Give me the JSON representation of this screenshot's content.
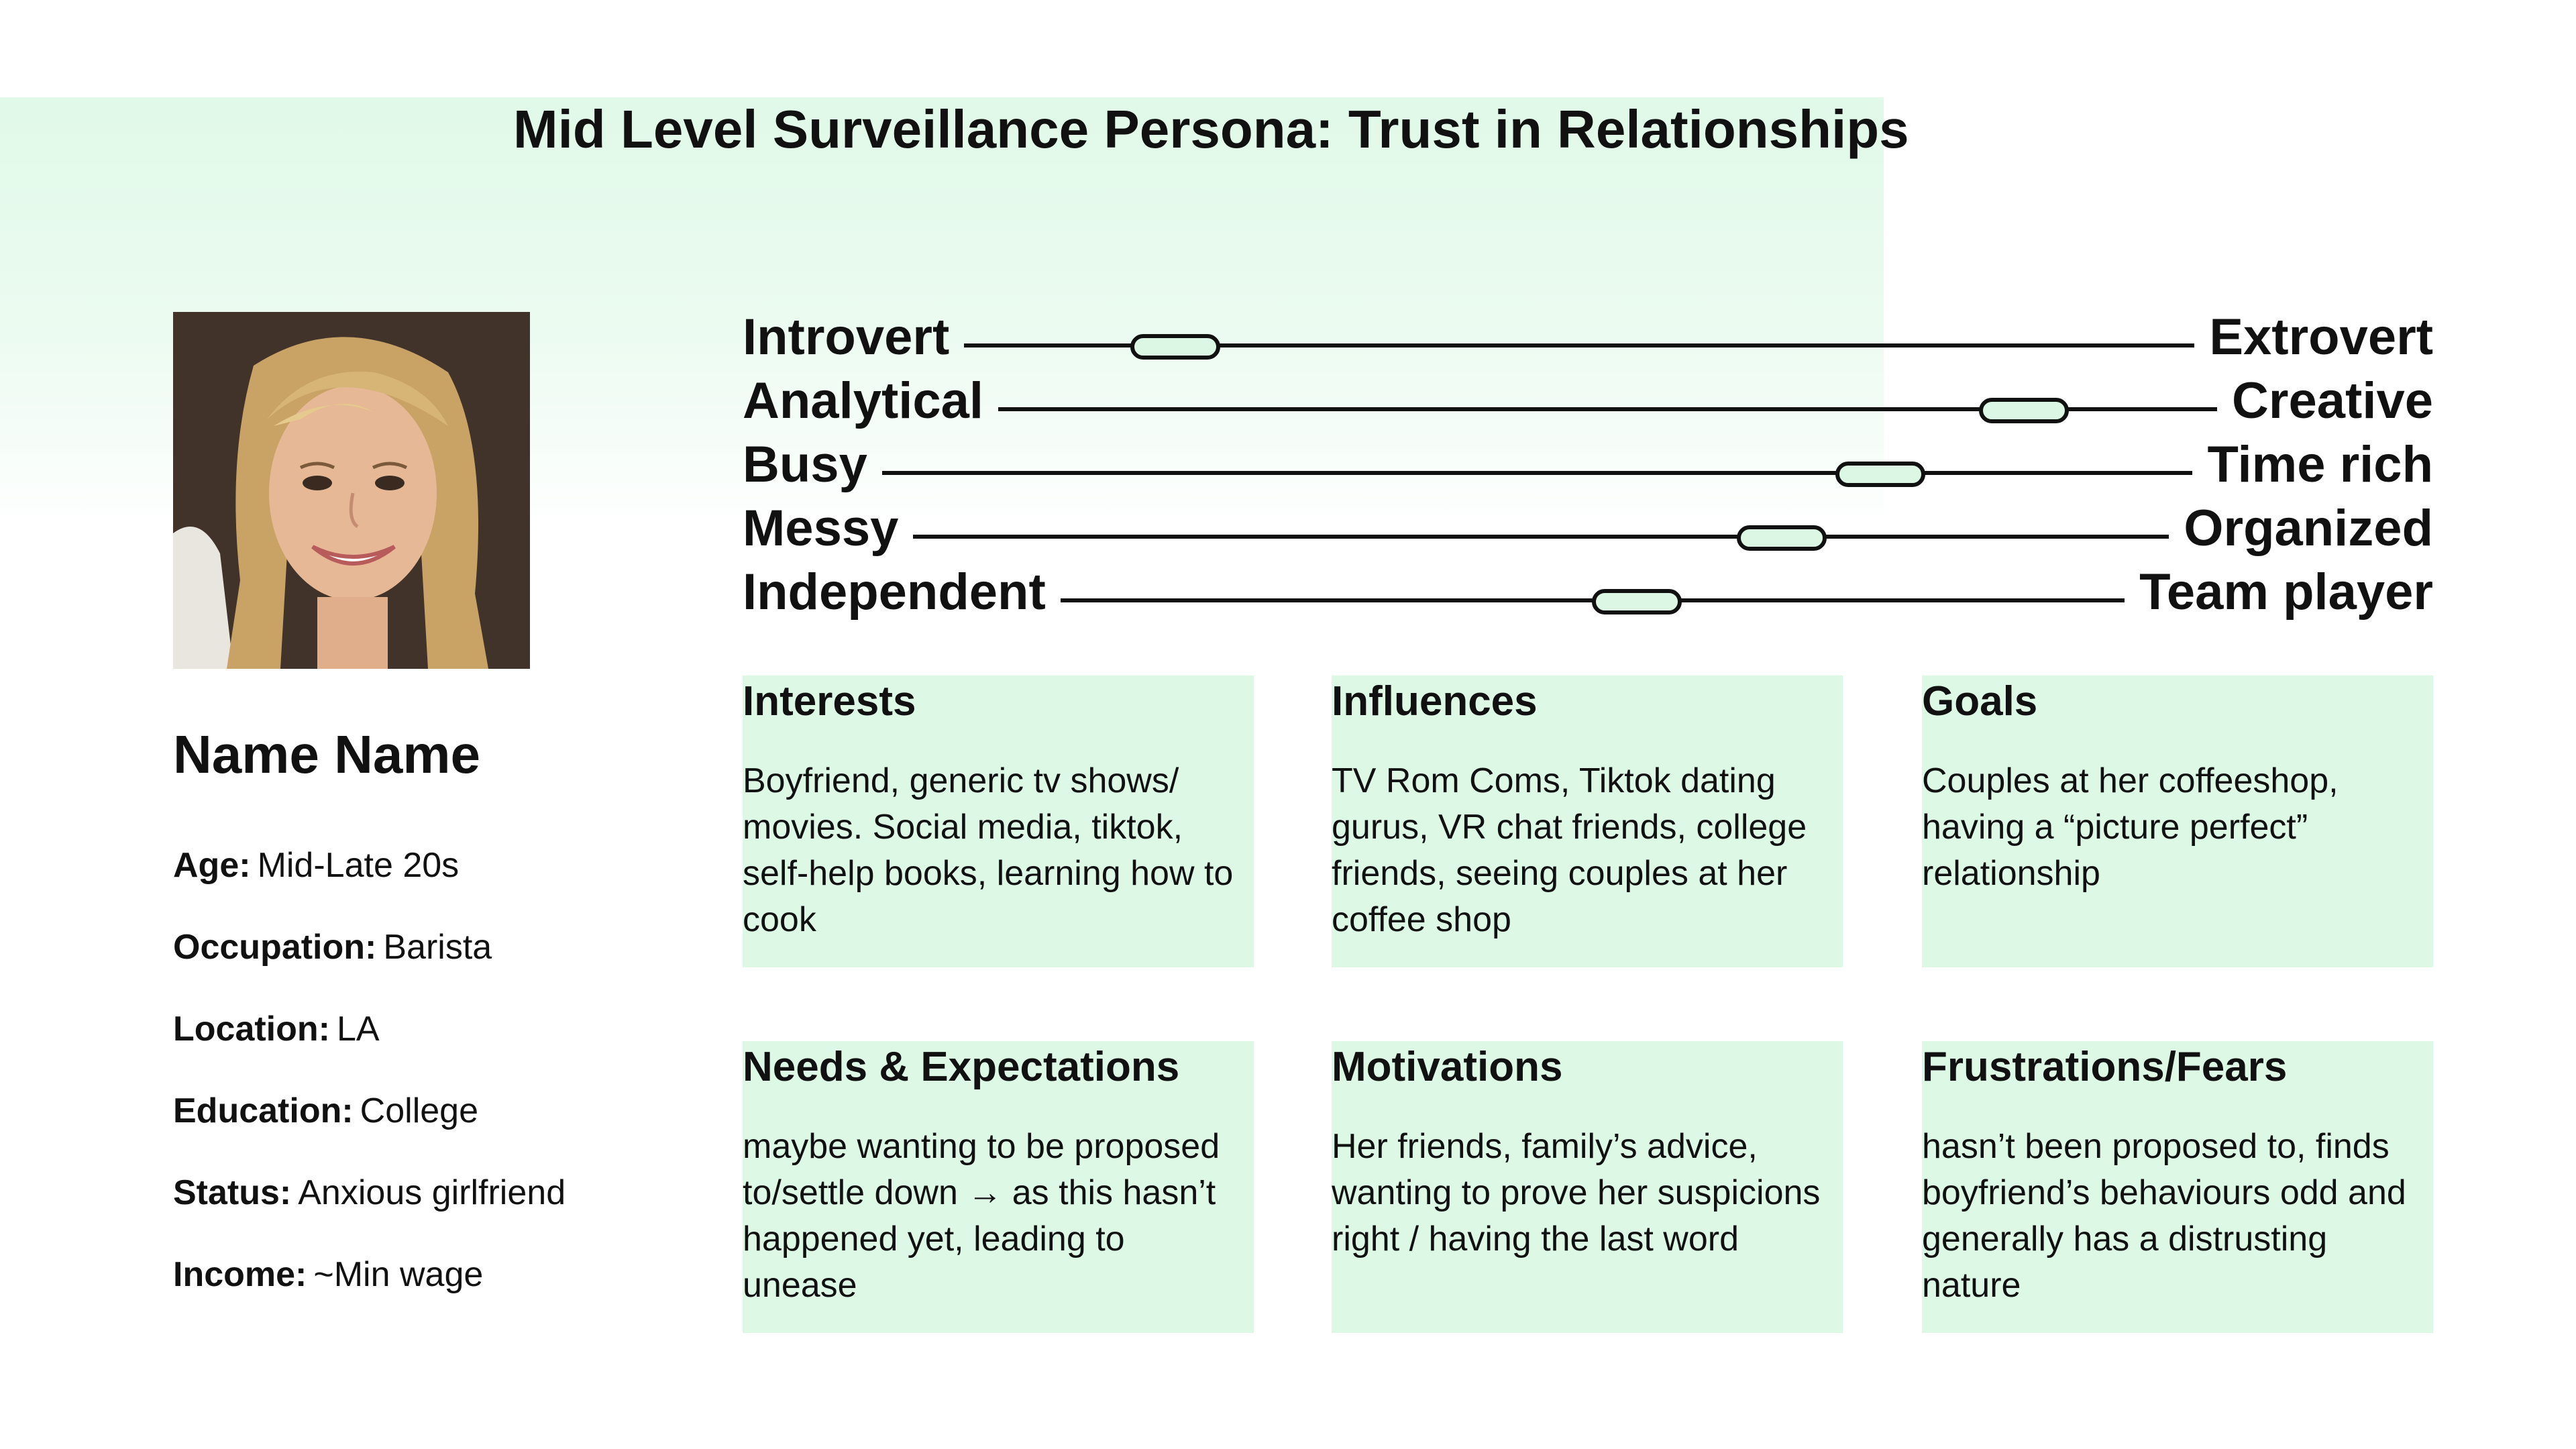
{
  "title": "Mid Level Surveillance Persona: Trust in Relationships",
  "persona": {
    "name": "Name Name",
    "details": [
      {
        "label": "Age:",
        "value": "Mid-Late 20s"
      },
      {
        "label": "Occupation:",
        "value": "Barista"
      },
      {
        "label": "Location:",
        "value": "LA"
      },
      {
        "label": "Education:",
        "value": "College"
      },
      {
        "label": "Status:",
        "value": "Anxious girlfriend"
      },
      {
        "label": "Income:",
        "value": "~Min wage"
      }
    ]
  },
  "traits": [
    {
      "left": "Introvert",
      "right": "Extrovert",
      "position": 0.17
    },
    {
      "left": "Analytical",
      "right": "Creative",
      "position": 0.84
    },
    {
      "left": "Busy",
      "right": "Time rich",
      "position": 0.76
    },
    {
      "left": "Messy",
      "right": "Organized",
      "position": 0.69
    },
    {
      "left": "Independent",
      "right": "Team player",
      "position": 0.54
    }
  ],
  "cards": [
    {
      "title": "Interests",
      "body": "Boyfriend, generic tv shows/ movies. Social media, tiktok, self-help books, learning how to cook"
    },
    {
      "title": "Influences",
      "body": "TV Rom Coms, Tiktok dating gurus, VR chat friends, college friends, seeing couples at her coffee shop"
    },
    {
      "title": "Goals",
      "body": "Couples at her coffeeshop, having a “picture perfect” relationship"
    },
    {
      "title": "Needs & Expectations",
      "body": "maybe wanting to be proposed to/settle down → as this hasn’t happened yet, leading to unease"
    },
    {
      "title": "Motivations",
      "body": "Her friends, family’s advice, wanting to prove her suspicions right / having the last word"
    },
    {
      "title": "Frustrations/Fears",
      "body": "hasn’t been proposed to, finds boyfriend’s behaviours odd and generally has a distrusting nature"
    }
  ],
  "colors": {
    "accent_green": "#def8e6",
    "text": "#111111"
  }
}
